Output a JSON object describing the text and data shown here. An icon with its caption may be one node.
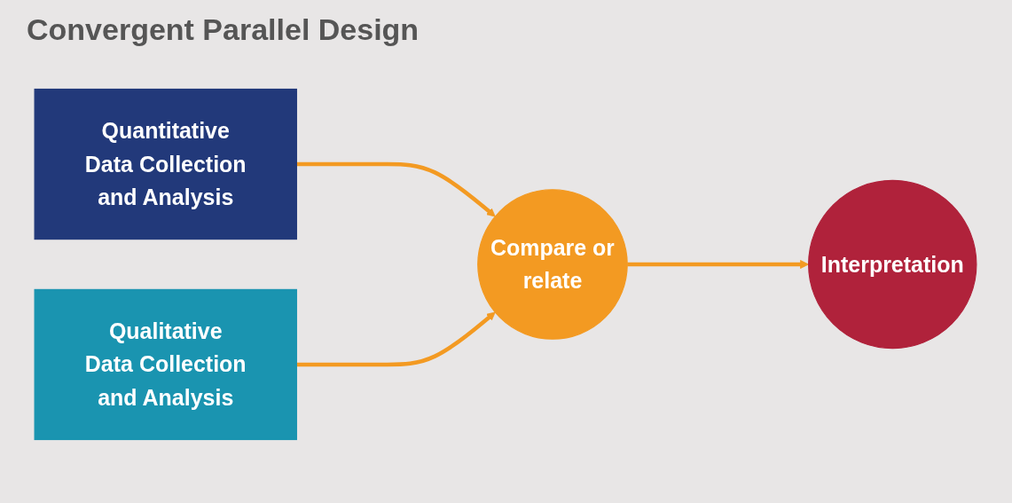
{
  "diagram": {
    "title": "Convergent Parallel Design",
    "nodes": [
      {
        "text": [
          "Quantitative Data Collection and Analysis"
        ]
      },
      {
        "text": [
          "Qualitative Data Collection and Analysis"
        ]
      },
      {
        "text": [
          "Compare or relate"
        ]
      },
      {
        "text": [
          "Interpretation"
        ]
      }
    ],
    "edges": [
      {
        "from": 0,
        "to": 2,
        "arrow": "to"
      },
      {
        "from": 1,
        "to": 2,
        "arrow": "to"
      },
      {
        "from": 2,
        "to": 3,
        "arrow": "to"
      }
    ]
  }
}
